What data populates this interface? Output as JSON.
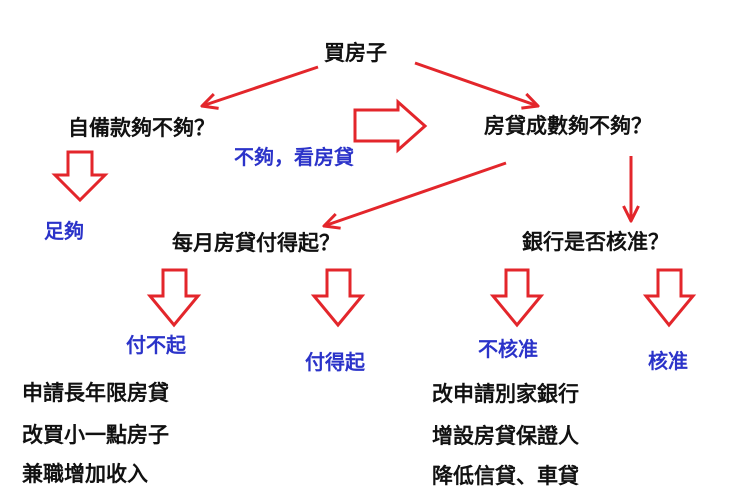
{
  "colors": {
    "arrow": "#e3262b",
    "question_text": "#111111",
    "answer_text": "#2b33c9"
  },
  "diagram": {
    "root": "買房子",
    "down_payment_question": "自備款夠不夠？",
    "loan_ratio_question": "房貸成數夠不夠？",
    "not_enough_note": "不夠，看房貸",
    "enough_answer": "足夠",
    "monthly_payment_question": "每月房貸付得起？",
    "bank_approval_question": "銀行是否核准？",
    "cannot_afford": "付不起",
    "can_afford": "付得起",
    "not_approved": "不核准",
    "approved": "核准",
    "cannot_afford_options": [
      "申請長年限房貸",
      "改買小一點房子",
      "兼職增加收入"
    ],
    "not_approved_options": [
      "改申請別家銀行",
      "增設房貸保證人",
      "降低信貸、車貸"
    ]
  }
}
